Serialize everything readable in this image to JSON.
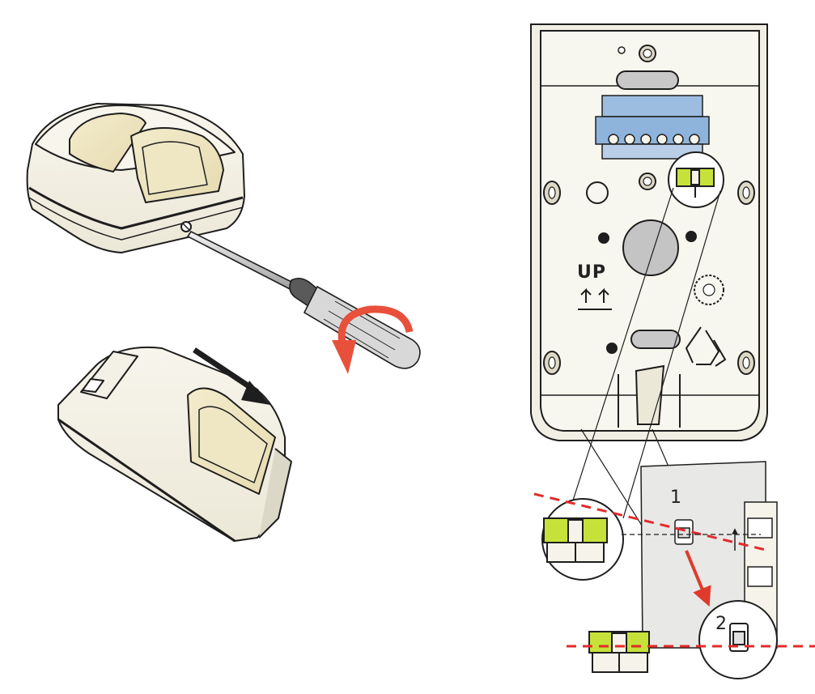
{
  "diagram": {
    "labels": {
      "up": "UP",
      "step_1": "1",
      "step_2": "2"
    },
    "colors": {
      "housing_fill": "#f6f4ea",
      "housing_stroke": "#1e1e1e",
      "lens_fill": "#efe6c4",
      "terminal_blue": "#8fb4dc",
      "jumper_green": "#c6e23a",
      "rotation_arrow": "#e8503c",
      "alignment_line": "#e22b2b",
      "wall_fill": "#e8e8e6"
    },
    "icons": [
      "screwdriver-icon",
      "rotate-arrow-icon",
      "slide-arrow-icon",
      "up-arrows-icon",
      "recycle-icon"
    ]
  }
}
